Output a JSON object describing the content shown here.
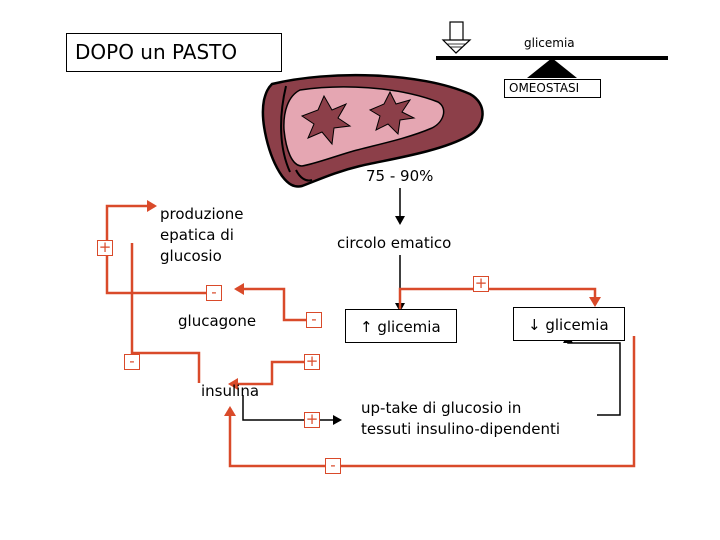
{
  "title_box": "DOPO un PASTO",
  "balance": {
    "label": "glicemia",
    "fulcrum_label": "OMEOSTASI"
  },
  "percentage": "75 - 90%",
  "circulation": "circolo ematico",
  "hepatic_production": [
    "produzione",
    "epatica di",
    "glucosio"
  ],
  "glucagon": "glucagone",
  "insulin": "insulina",
  "glycemia_up": "↑ glicemia",
  "glycemia_down": "↓ glicemia",
  "uptake": [
    "up-take di glucosio in",
    "tessuti insulino-dipendenti"
  ],
  "signs": {
    "plus_left": "+",
    "minus_glucagon_top": "-",
    "minus_glucagon_right": "-",
    "plus_circulation": "+",
    "minus_insulin_left": "-",
    "plus_insulin_upper": "+",
    "plus_insulin_lower": "+",
    "minus_bottom": "-"
  },
  "colors": {
    "arrow_red": "#d94a2a",
    "liver_dark": "#8c3f49",
    "liver_light": "#e5a6b2",
    "outline": "#000000"
  },
  "icons": {
    "balance": "balance-scale-icon",
    "down_arrow": "down-arrow-icon",
    "liver": "liver-illustration"
  }
}
